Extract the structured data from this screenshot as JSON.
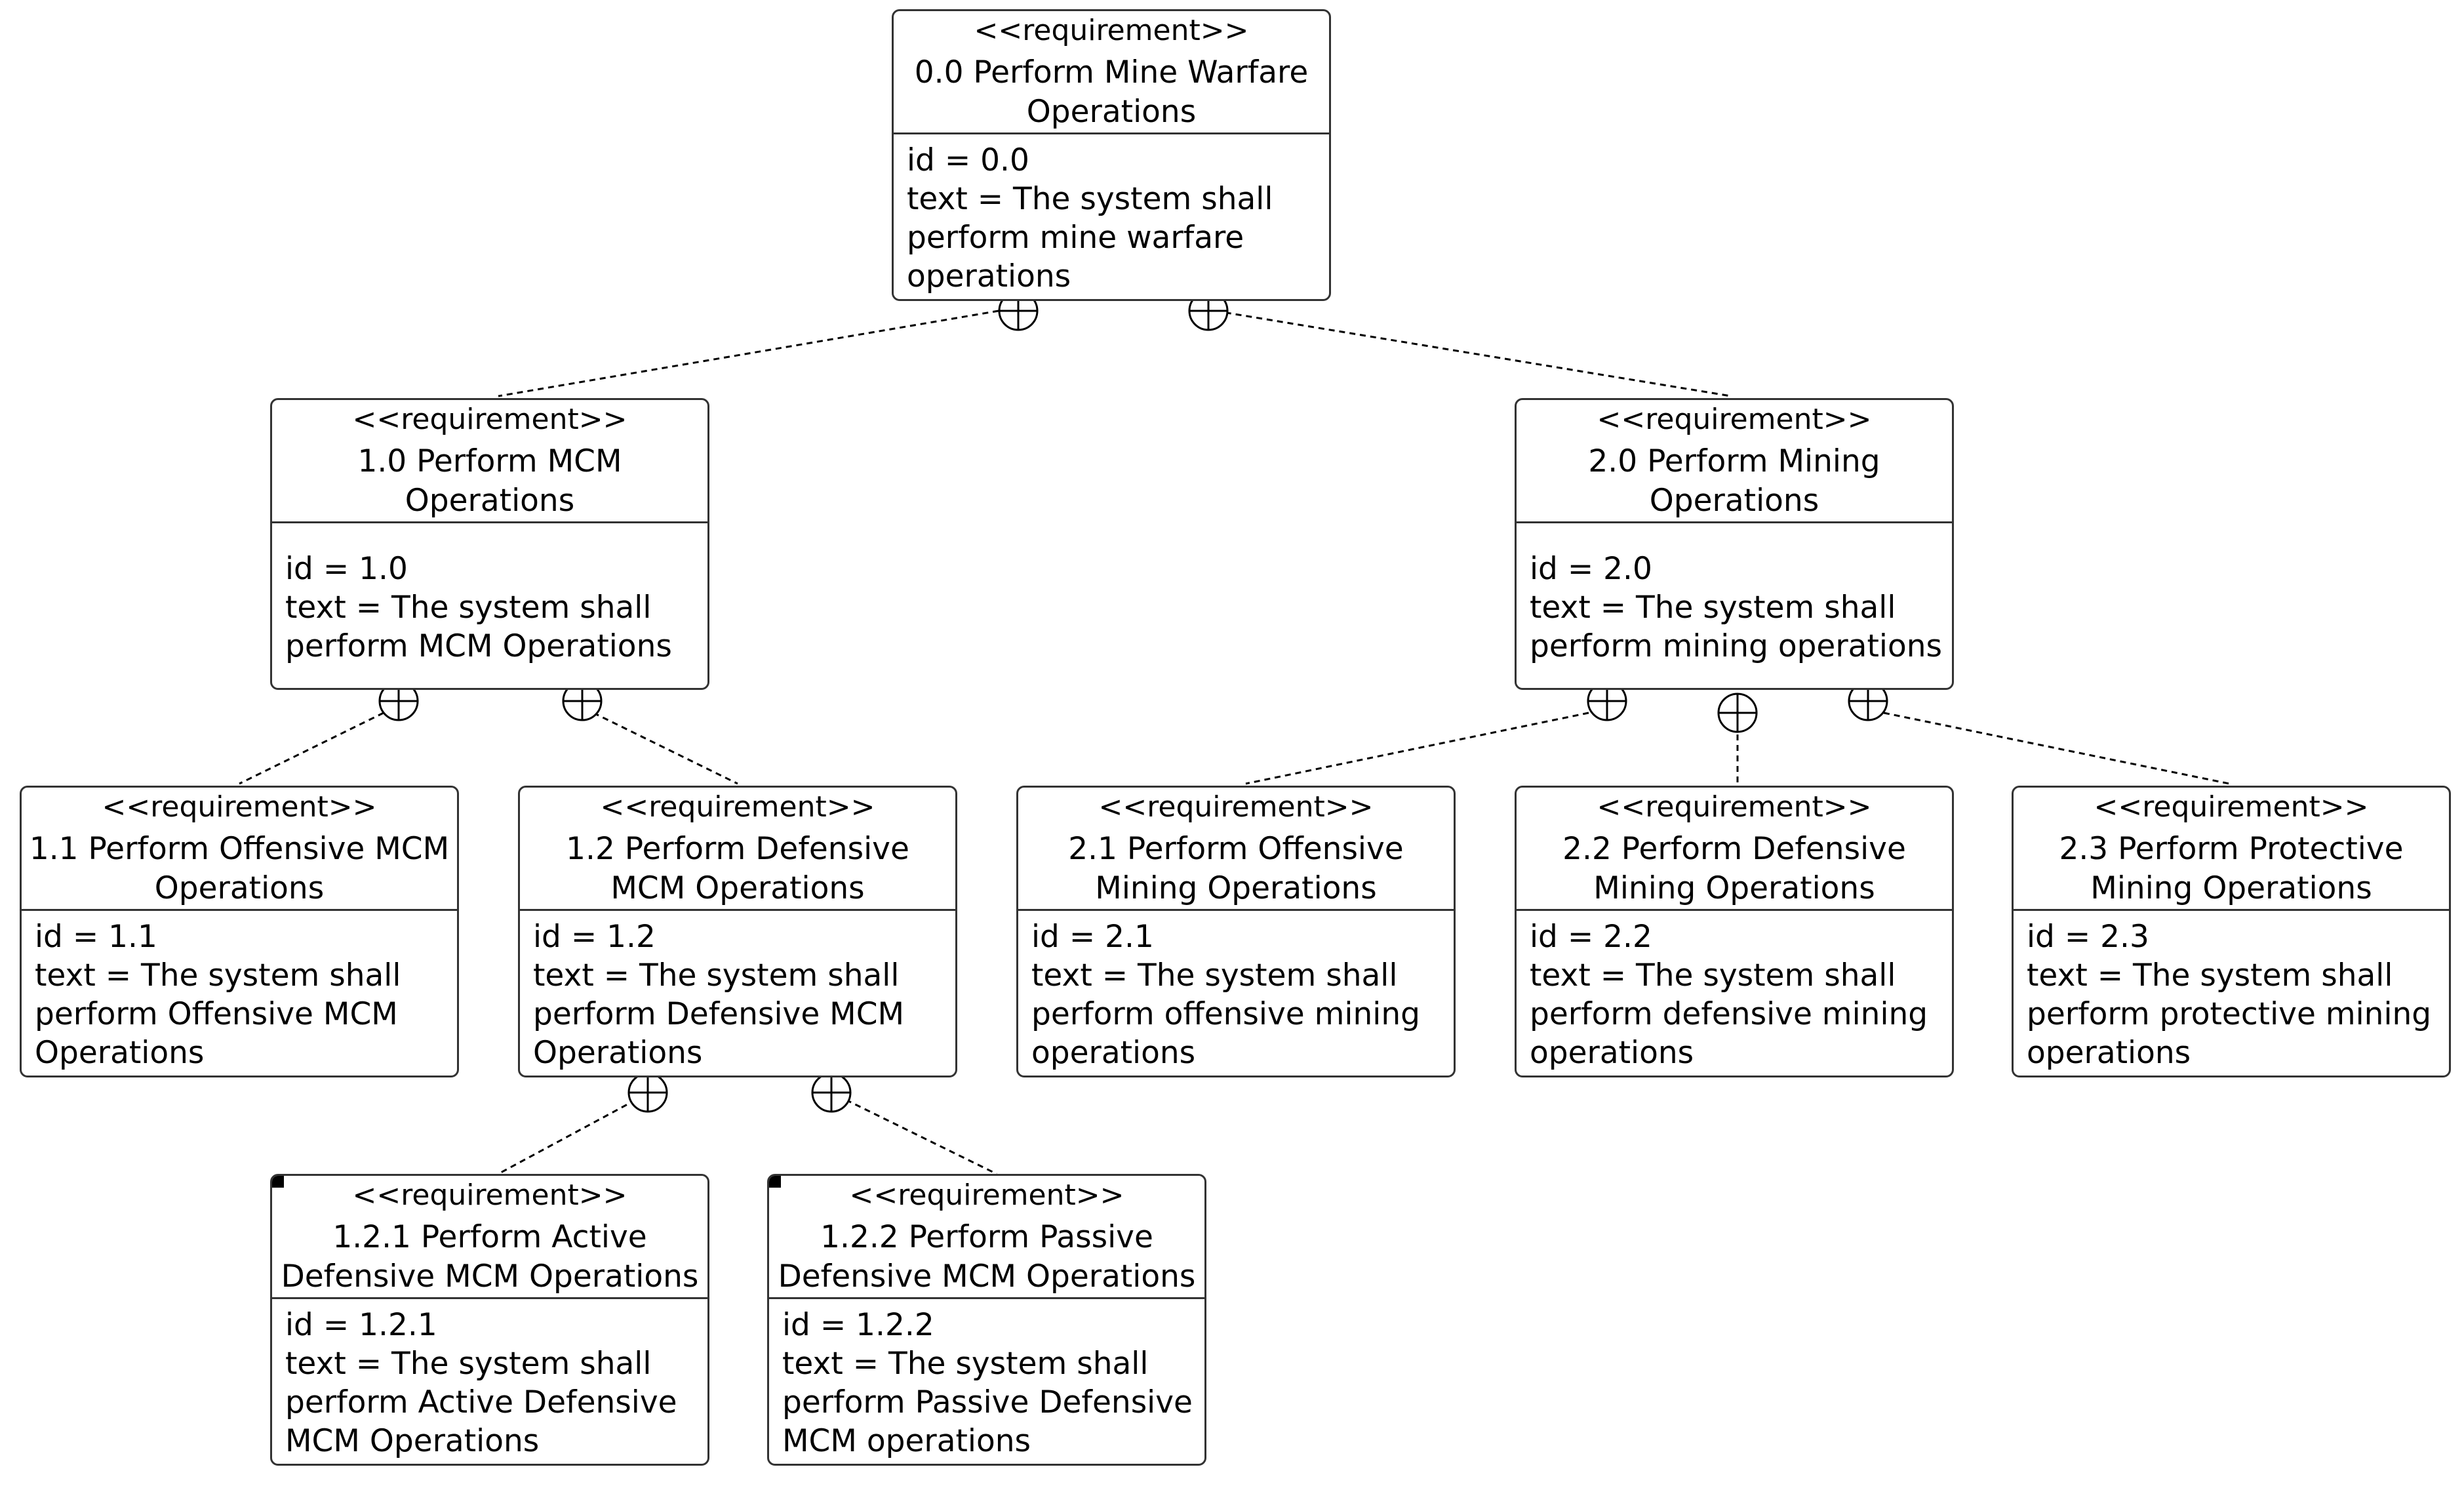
{
  "requirements": {
    "r0": {
      "stereotype": "<<requirement>>",
      "name": "0.0 Perform Mine Warfare Operations",
      "id": "id = 0.0",
      "text": "text = The system shall perform mine warfare operations"
    },
    "r1": {
      "stereotype": "<<requirement>>",
      "name": "1.0 Perform MCM Operations",
      "id": "id = 1.0",
      "text": "text = The system shall perform MCM Operations"
    },
    "r2": {
      "stereotype": "<<requirement>>",
      "name": "2.0 Perform Mining Operations",
      "id": "id = 2.0",
      "text": "text = The system shall perform mining operations"
    },
    "r11": {
      "stereotype": "<<requirement>>",
      "name": "1.1 Perform Offensive MCM Operations",
      "id": "id = 1.1",
      "text": "text = The system shall perform Offensive MCM Operations"
    },
    "r12": {
      "stereotype": "<<requirement>>",
      "name": "1.2 Perform Defensive MCM Operations",
      "id": "id = 1.2",
      "text": "text = The system shall perform Defensive MCM Operations"
    },
    "r21": {
      "stereotype": "<<requirement>>",
      "name": "2.1 Perform Offensive Mining Operations",
      "id": "id = 2.1",
      "text": "text = The system shall perform offensive mining operations"
    },
    "r22": {
      "stereotype": "<<requirement>>",
      "name": "2.2 Perform Defensive Mining Operations",
      "id": "id = 2.2",
      "text": "text = The system shall perform defensive mining operations"
    },
    "r23": {
      "stereotype": "<<requirement>>",
      "name": "2.3 Perform Protective Mining Operations",
      "id": "id = 2.3",
      "text": "text = The system shall perform protective mining operations"
    },
    "r121": {
      "stereotype": "<<requirement>>",
      "name": "1.2.1 Perform Active Defensive MCM Operations",
      "id": "id = 1.2.1",
      "text": "text = The system shall perform Active Defensive MCM Operations"
    },
    "r122": {
      "stereotype": "<<requirement>>",
      "name": "1.2.2 Perform Passive Defensive MCM Operations",
      "id": "id = 1.2.2",
      "text": "text = The system shall perform Passive Defensive MCM operations"
    }
  },
  "containment": [
    {
      "parent": "r0",
      "child": "r1"
    },
    {
      "parent": "r0",
      "child": "r2"
    },
    {
      "parent": "r1",
      "child": "r11"
    },
    {
      "parent": "r1",
      "child": "r12"
    },
    {
      "parent": "r2",
      "child": "r21"
    },
    {
      "parent": "r2",
      "child": "r22"
    },
    {
      "parent": "r2",
      "child": "r23"
    },
    {
      "parent": "r12",
      "child": "r121"
    },
    {
      "parent": "r12",
      "child": "r122"
    }
  ],
  "colors": {
    "line": "#000000",
    "border": "#333333",
    "fill": "#ffffff"
  }
}
